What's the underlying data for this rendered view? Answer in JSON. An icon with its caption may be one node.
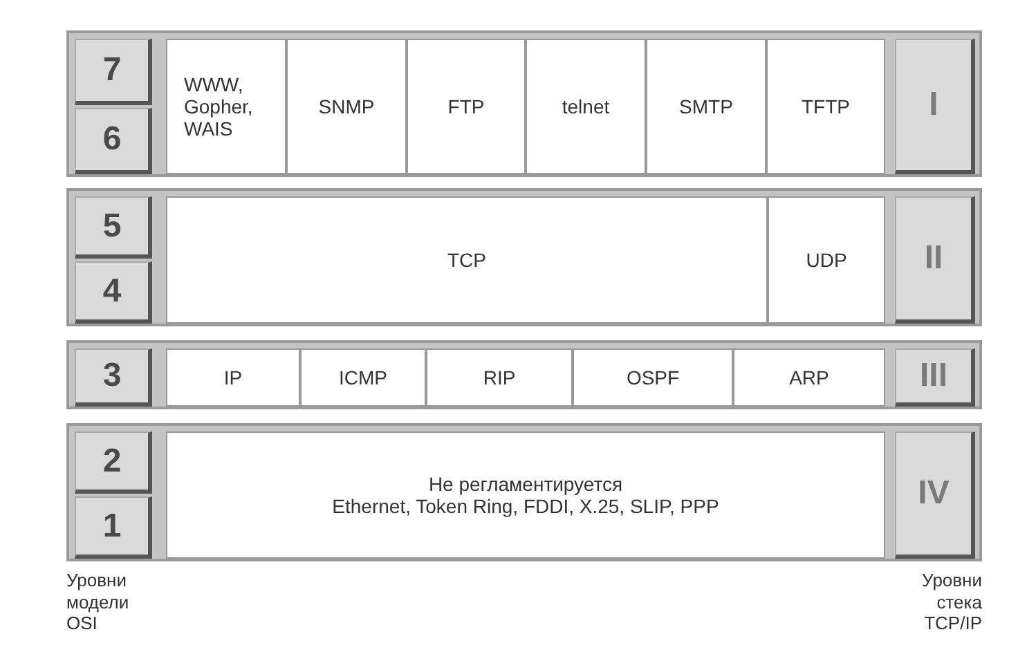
{
  "diagram": {
    "nodes": [
      {
        "text": [],
        "shape": "band"
      },
      {
        "text": [
          "7"
        ],
        "in": 0
      },
      {
        "text": [
          "6"
        ],
        "in": 0
      },
      {
        "text": [
          "WWW, Gopher, WAIS"
        ],
        "in": 0
      },
      {
        "text": [
          "SNMP"
        ],
        "in": 0
      },
      {
        "text": [
          "FTP"
        ],
        "in": 0
      },
      {
        "text": [
          "telnet"
        ],
        "in": 0
      },
      {
        "text": [
          "SMTP"
        ],
        "in": 0
      },
      {
        "text": [
          "TFTP"
        ],
        "in": 0
      },
      {
        "text": [
          "I"
        ],
        "in": 0
      },
      {
        "text": [],
        "shape": "band"
      },
      {
        "text": [
          "5"
        ],
        "in": 10
      },
      {
        "text": [
          "4"
        ],
        "in": 10
      },
      {
        "text": [
          "TCP"
        ],
        "in": 10
      },
      {
        "text": [
          "UDP"
        ],
        "in": 10
      },
      {
        "text": [
          "II"
        ],
        "in": 10
      },
      {
        "text": [],
        "shape": "band"
      },
      {
        "text": [
          "3"
        ],
        "in": 16
      },
      {
        "text": [
          "IP"
        ],
        "in": 16
      },
      {
        "text": [
          "ICMP"
        ],
        "in": 16
      },
      {
        "text": [
          "RIP"
        ],
        "in": 16
      },
      {
        "text": [
          "OSPF"
        ],
        "in": 16
      },
      {
        "text": [
          "ARP"
        ],
        "in": 16
      },
      {
        "text": [
          "III"
        ],
        "in": 16
      },
      {
        "text": [],
        "shape": "band"
      },
      {
        "text": [
          "2"
        ],
        "in": 24
      },
      {
        "text": [
          "1"
        ],
        "in": 24
      },
      {
        "text": [
          "Не регламентируется",
          "Ethernet, Token Ring, FDDI, X.25, SLIP, PPP"
        ],
        "in": 24
      },
      {
        "text": [
          "IV"
        ],
        "in": 24
      }
    ],
    "labels": [
      "Уровни модели OSI",
      "Уровни стека TCP/IP"
    ]
  }
}
